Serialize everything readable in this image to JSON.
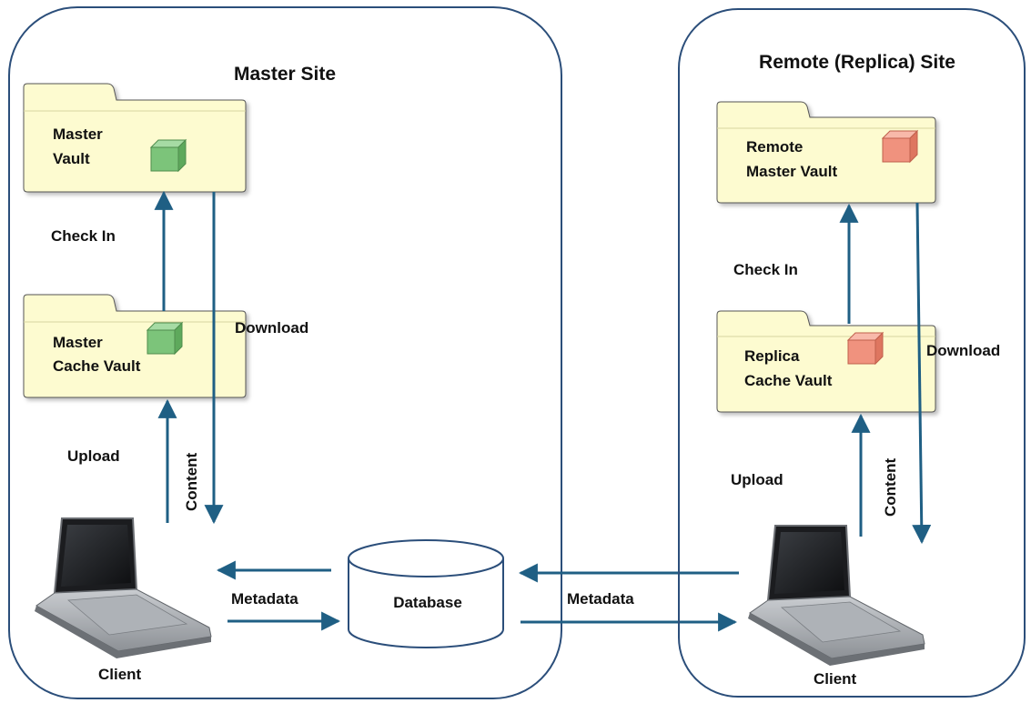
{
  "master_site": {
    "title": "Master Site",
    "master_vault": {
      "line1": "Master",
      "line2": "Vault"
    },
    "cache_vault": {
      "line1": "Master",
      "line2": "Cache Vault"
    },
    "check_in": "Check In",
    "download": "Download",
    "upload": "Upload",
    "content": "Content",
    "metadata": "Metadata",
    "client": "Client",
    "cube_color": "#7cc47a"
  },
  "database": {
    "label": "Database"
  },
  "link": {
    "metadata": "Metadata"
  },
  "remote_site": {
    "title": "Remote (Replica) Site",
    "master_vault": {
      "line1": "Remote",
      "line2": "Master Vault"
    },
    "cache_vault": {
      "line1": "Replica",
      "line2": "Cache Vault"
    },
    "check_in": "Check In",
    "download": "Download",
    "upload": "Upload",
    "content": "Content",
    "client": "Client",
    "cube_color": "#f0927e"
  },
  "colors": {
    "arrow": "#1f5f84",
    "folder_fill": "#fdfbd0",
    "frame": "#2b4e7a"
  }
}
